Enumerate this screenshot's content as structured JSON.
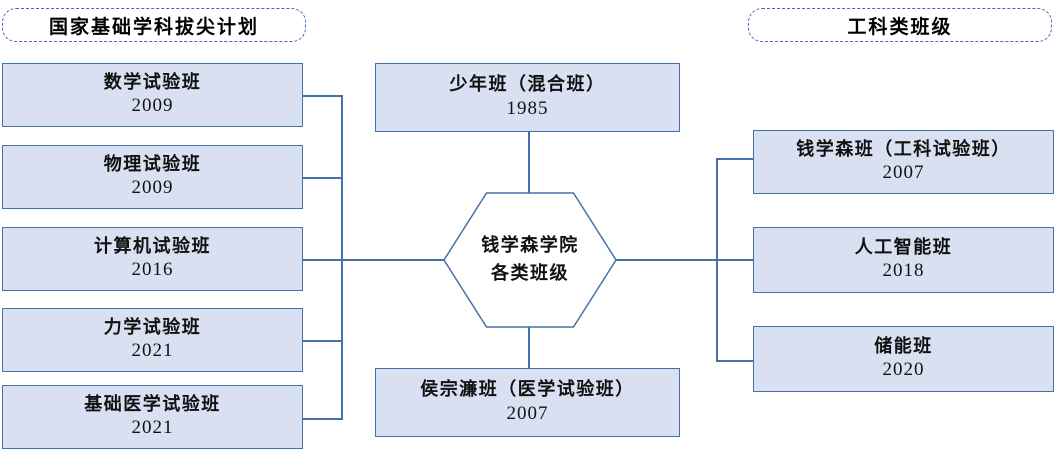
{
  "diagram": {
    "center": {
      "line1": "钱学森学院",
      "line2": "各类班级"
    },
    "headers": {
      "left": "国家基础学科拔尖计划",
      "right": "工科类班级"
    },
    "top_box": {
      "title": "少年班（混合班）",
      "year": "1985"
    },
    "bottom_box": {
      "title": "侯宗濂班（医学试验班）",
      "year": "2007"
    },
    "left_boxes": [
      {
        "title": "数学试验班",
        "year": "2009"
      },
      {
        "title": "物理试验班",
        "year": "2009"
      },
      {
        "title": "计算机试验班",
        "year": "2016"
      },
      {
        "title": "力学试验班",
        "year": "2021"
      },
      {
        "title": "基础医学试验班",
        "year": "2021"
      }
    ],
    "right_boxes": [
      {
        "title": "钱学森班（工科试验班）",
        "year": "2007"
      },
      {
        "title": "人工智能班",
        "year": "2018"
      },
      {
        "title": "储能班",
        "year": "2020"
      }
    ],
    "colors": {
      "box_fill": "#d9e0f2",
      "box_border": "#4472a8",
      "connector": "#4472a8",
      "header_border": "#3f6bb5",
      "text": "#111111"
    }
  }
}
